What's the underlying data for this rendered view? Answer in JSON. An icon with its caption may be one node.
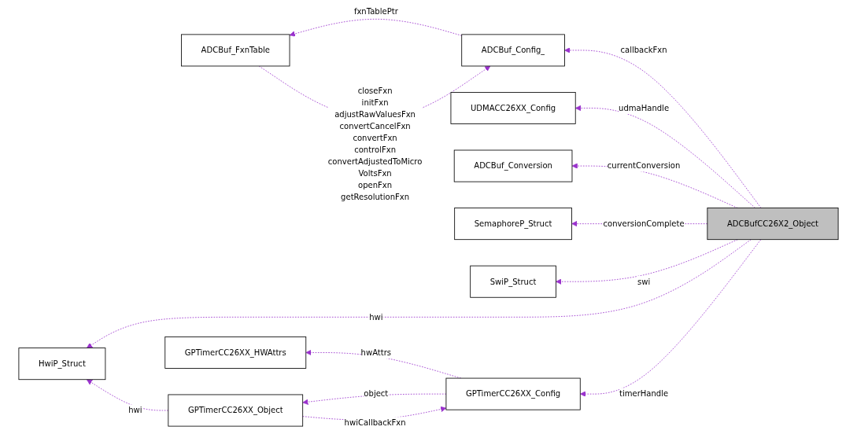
{
  "diagram": {
    "nodes": [
      {
        "text": [
          "SwiP_Struct"
        ]
      },
      {
        "text": [
          "HwiP_Struct"
        ]
      },
      {
        "text": [
          "GPTimerCC26XX_Object"
        ]
      },
      {
        "text": [
          "GPTimerCC26XX_Config"
        ]
      },
      {
        "text": [
          "ADCBufCC26X2_Object"
        ]
      },
      {
        "text": [
          "SemaphoreP_Struct"
        ]
      },
      {
        "text": [
          "GPTimerCC26XX_HWAttrs"
        ]
      },
      {
        "text": [
          "ADCBuf_Conversion"
        ]
      },
      {
        "text": [
          "UDMACC26XX_Config"
        ]
      },
      {
        "text": [
          "ADCBuf_Config_"
        ]
      },
      {
        "text": [
          "ADCBuf_FxnTable"
        ]
      }
    ],
    "edges": [
      {
        "from": 4,
        "to": 0,
        "arrow": "to",
        "label": "swi",
        "style": "dashed"
      },
      {
        "from": 4,
        "to": 1,
        "arrow": "to",
        "label": "hwi",
        "style": "dashed"
      },
      {
        "from": 2,
        "to": 1,
        "arrow": "to",
        "label": "hwi",
        "style": "dashed"
      },
      {
        "from": 3,
        "to": 2,
        "arrow": "to",
        "label": "object",
        "style": "dashed"
      },
      {
        "from": 2,
        "to": 3,
        "arrow": "to",
        "label": "hwiCallbackFxn",
        "style": "dashed"
      },
      {
        "from": 3,
        "to": 6,
        "arrow": "to",
        "label": "hwAttrs",
        "style": "dashed"
      },
      {
        "from": 4,
        "to": 3,
        "arrow": "to",
        "label": "timerHandle",
        "style": "dashed"
      },
      {
        "from": 4,
        "to": 5,
        "arrow": "to",
        "label": "conversionComplete",
        "style": "dashed"
      },
      {
        "from": 4,
        "to": 7,
        "arrow": "to",
        "label": "currentConversion",
        "style": "dashed"
      },
      {
        "from": 4,
        "to": 8,
        "arrow": "to",
        "label": "udmaHandle",
        "style": "dashed"
      },
      {
        "from": 4,
        "to": 9,
        "arrow": "to",
        "label": "callbackFxn",
        "style": "dashed"
      },
      {
        "from": 10,
        "to": 9,
        "arrow": "to",
        "label": "closeFxn initFxn adjustRawValuesFxn convertCancelFxn convertFxn controlFxn convertAdjustedToMicro VoltsFxn openFxn getResolutionFxn",
        "style": "dashed"
      },
      {
        "from": 9,
        "to": 10,
        "arrow": "to",
        "label": "fxnTablePtr",
        "style": "dashed"
      }
    ]
  }
}
